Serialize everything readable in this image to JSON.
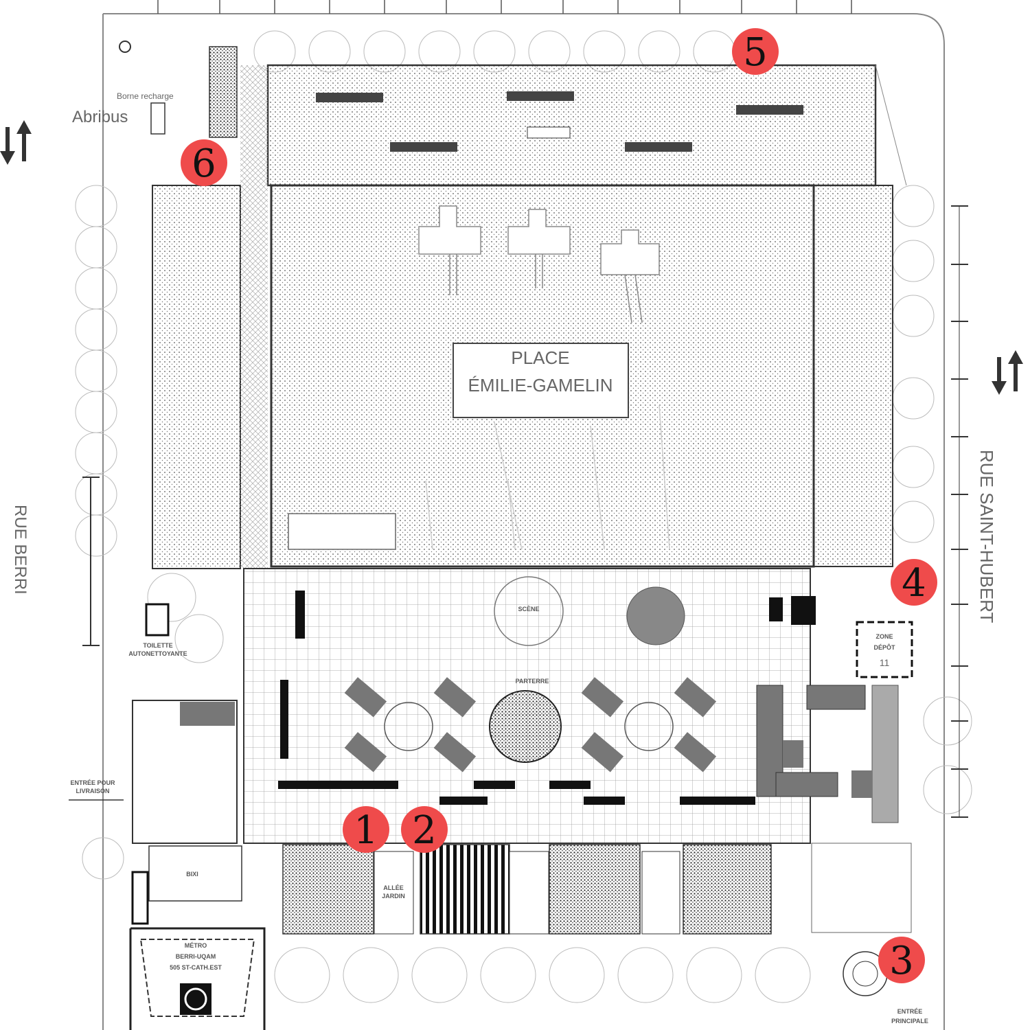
{
  "plaza": {
    "name_line1": "PLACE",
    "name_line2": "ÉMILIE-GAMELIN"
  },
  "streets": {
    "west": "RUE BERRI",
    "east": "RUE SAINT-HUBERT"
  },
  "labels": {
    "abribus": "Abribus",
    "borne": "Borne recharge",
    "scene": "SCÈNE",
    "parterre": "PARTERRE",
    "zone_depot_1": "ZONE",
    "zone_depot_2": "DÉPÔT",
    "zone_depot_3": "11",
    "toilettes_1": "TOILETTE",
    "toilettes_2": "AUTONETTOYANTE",
    "entree_livraison_1": "ENTRÉE POUR",
    "entree_livraison_2": "LIVRAISON",
    "metro_1": "MÉTRO",
    "metro_2": "BERRI-UQAM",
    "metro_3": "505 ST-CATH.EST",
    "bixi": "BIXI",
    "entree_principale_1": "ENTRÉE",
    "entree_principale_2": "PRINCIPALE",
    "allee": "ALLÉE",
    "jardin": "JARDIN"
  },
  "markers": [
    {
      "id": "1",
      "label": "1"
    },
    {
      "id": "2",
      "label": "2"
    },
    {
      "id": "3",
      "label": "3"
    },
    {
      "id": "4",
      "label": "4"
    },
    {
      "id": "5",
      "label": "5"
    },
    {
      "id": "6",
      "label": "6"
    }
  ],
  "colors": {
    "marker": "#ef4b4b",
    "line": "#333333",
    "dots": "#555555"
  }
}
